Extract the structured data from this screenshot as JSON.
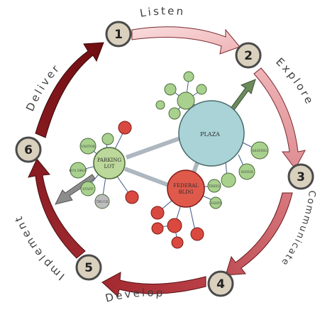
{
  "cycle": {
    "steps": [
      {
        "number": "1",
        "label": "Listen"
      },
      {
        "number": "2",
        "label": "Explore"
      },
      {
        "number": "3",
        "label": "Communicate"
      },
      {
        "number": "4",
        "label": "Develop"
      },
      {
        "number": "5",
        "label": "Implement"
      },
      {
        "number": "6",
        "label": "Deliver"
      }
    ]
  },
  "sketch": {
    "plaza": "PLAZA",
    "parking_line1": "PARKING",
    "parking_line2": "LOT",
    "federal_line1": "FEDERAL",
    "federal_line2": "BLDG",
    "small_labels": [
      "VISITOR",
      "STAFF",
      "BUS DROP",
      "TRUCK",
      "SEATING",
      "WATER",
      "TREES",
      "LIGHTS"
    ]
  },
  "colors": {
    "arrow_light": "#f4c9cb",
    "arrow_mid": "#d8787e",
    "arrow_dark": "#7e1216",
    "node_fill": "#d9d0bd",
    "node_stroke": "#4a4a4a",
    "plaza": "#a9d3d6",
    "parking": "#bcd89a",
    "federal": "#e05a4c",
    "small_green": "#a9d18e",
    "small_red": "#d9493f"
  }
}
